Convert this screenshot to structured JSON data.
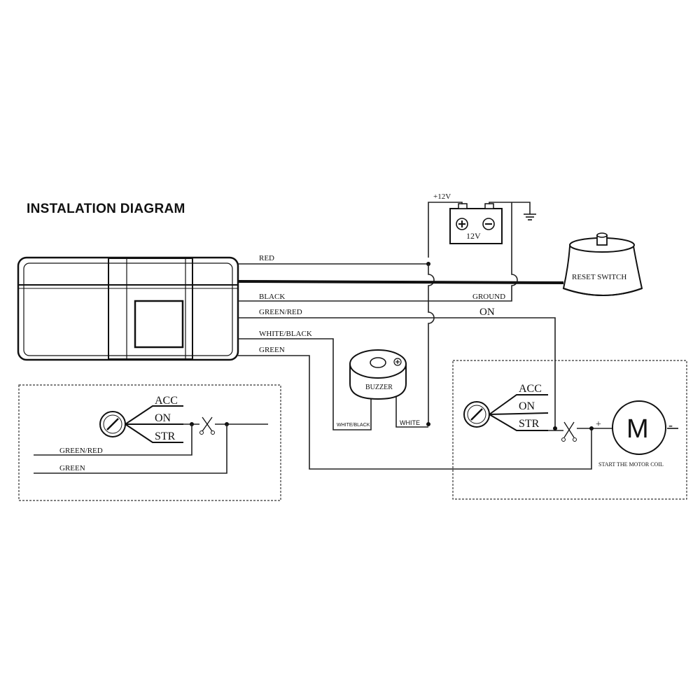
{
  "title": "INSTALATION DIAGRAM",
  "wires": {
    "red": "RED",
    "black": "BLACK",
    "green_red": "GREEN/RED",
    "white_black": "WHITE/BLACK",
    "green": "GREEN",
    "ground": "GROUND",
    "on": "ON",
    "white": "WHITE",
    "white_black_small": "WHITE/BLACK"
  },
  "battery": {
    "supply": "+12V",
    "label": "12V",
    "plus": "+",
    "minus": "−"
  },
  "reset_switch": "RESET SWITCH",
  "buzzer": "BUZZER",
  "ignition_left": {
    "acc": "ACC",
    "on": "ON",
    "str": "STR",
    "green_red": "GREEN/RED",
    "green": "GREEN"
  },
  "ignition_right": {
    "acc": "ACC",
    "on": "ON",
    "str": "STR"
  },
  "motor": {
    "letter": "M",
    "plus": "+",
    "minus": "-",
    "caption": "START THE MOTOR COIL"
  },
  "icons": {
    "key": "ignition-key-icon",
    "scissors": "scissors-cut-icon",
    "ground": "ground-icon",
    "battery": "battery-icon",
    "motor": "motor-icon",
    "buzzer": "buzzer-icon",
    "reset": "reset-switch-icon"
  }
}
